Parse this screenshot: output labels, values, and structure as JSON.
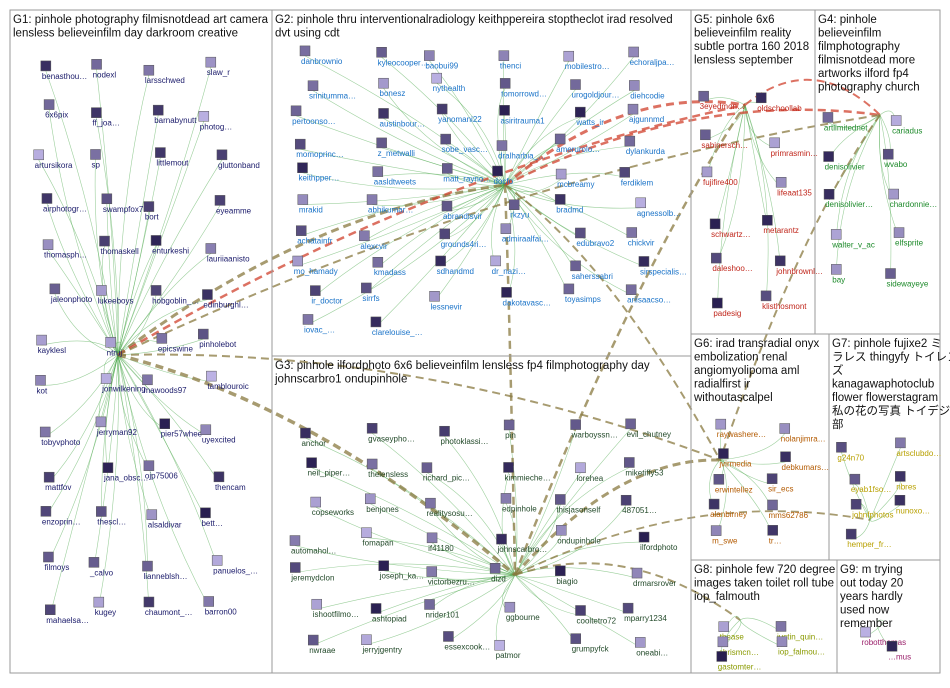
{
  "colors": {
    "background": "#ffffff",
    "border": "#9a9a9a",
    "edge_light": "#4aa84a",
    "edge_red": "#d0412e",
    "edge_olive": "#8a7a40"
  },
  "groups": [
    {
      "id": "G1",
      "title_lines": [
        "G1: pinhole photography filmisnotdead art camera",
        "lensless believeinfilm day darkroom creative"
      ],
      "label_color": "#1a1a6a"
    },
    {
      "id": "G2",
      "title_lines": [
        "G2: pinhole thru interventionalradiology keithppereira stoptheclot irad resolved",
        "dvt using cdt"
      ],
      "label_color": "#1a73c8"
    },
    {
      "id": "G5",
      "title_lines": [
        "G5: pinhole 6x6",
        "believeinfilm reality",
        "subtle portra 160 2018",
        "lensless september"
      ],
      "label_color": "#c0261b"
    },
    {
      "id": "G4",
      "title_lines": [
        "G4: pinhole",
        "believeinfilm",
        "filmphotography",
        "filmisnotdead more",
        "artworks ilford fp4",
        "photography church"
      ],
      "label_color": "#1d8a2a"
    },
    {
      "id": "G3",
      "title_lines": [
        "G3: pinhole ilfordphoto 6x6 believeinfilm lensless fp4 filmphotography day",
        "johnscarbro1 ondupinhole"
      ],
      "label_color": "#234a2a"
    },
    {
      "id": "G6",
      "title_lines": [
        "G6: irad transradial onyx",
        "embolization renal",
        "angiomyolipoma aml",
        "radialfirst ir",
        "withoutascalpel"
      ],
      "label_color": "#b35a00"
    },
    {
      "id": "G7",
      "title_lines": [
        "G7: pinhole fujixe2 ミ",
        "ラレス thingyfy トイレン",
        "ズ",
        "kanagawaphotoclub",
        "flower flowerstagram",
        "私の花の写真 トイデジ",
        "部"
      ],
      "label_color": "#b8a000"
    },
    {
      "id": "G8",
      "title_lines": [
        "G8: pinhole few 720 degree",
        "images taken toilet roll tube",
        "iop_falmouth"
      ],
      "label_color": "#8a9a00"
    },
    {
      "id": "G9",
      "title_lines": [
        "G9: m trying",
        "out today 20",
        "years hardly",
        "used now",
        "remember"
      ],
      "label_color": "#9a1f6a"
    }
  ],
  "nodes": {
    "G1": [
      "benasthou…",
      "nodexl",
      "larsschwed",
      "slaw_r",
      "6x6pix",
      "ff_joa…",
      "barnabynutt",
      "photog…",
      "artursikora",
      "sp",
      "littlemout",
      "gluttonband",
      "airphotogr…",
      "swampfox7…",
      "bort",
      "eyeamme",
      "thomasph…",
      "thomaskell",
      "enturkeshi",
      "lauriiaanisto",
      "jaleonphoto",
      "lukeeboys",
      "hobgoblin_…",
      "edinburghl…",
      "kayklesl",
      "ntruj",
      "epicswine",
      "pinholebot",
      "kot",
      "jonwilkening",
      "mawoods97",
      "tamblouroic",
      "tobyvphoto",
      "jerryman92",
      "pier57whee",
      "uyexcited",
      "mattfov",
      "jana_obsc…",
      "ojp75006",
      "thencam",
      "enzoprin…",
      "thescl…",
      "alsaldivar",
      "bett…",
      "filmoys",
      "_calvo",
      "lianneblsh…",
      "panuelos_…",
      "mahaelsa…",
      "kugey",
      "chaumont_…",
      "barron00"
    ],
    "G2": [
      "danbrownio",
      "kyleocooper…",
      "baobui99",
      "thenci",
      "mobilestro…",
      "echoraljpa…",
      "srinitumma…",
      "bonesz",
      "nythealth",
      "tomorrowd…",
      "urogoldjour…",
      "diehcodie",
      "pertoonso…",
      "austinbour…",
      "yanomani22",
      "asiritrauma1",
      "watts_ir",
      "ajgunnmd",
      "momoprinc…",
      "z_metwalli",
      "sobe_vasc…",
      "dralharbia_…",
      "amerurolo…",
      "dylankurda",
      "keithpper…",
      "aasldtweets",
      "matt_rayno…",
      "docfo",
      "mcbreamy",
      "ferdiklem",
      "mrakid",
      "abhikumar…",
      "abrandisvir",
      "rkzyu",
      "bradmd",
      "agnessolb…",
      "achatainfr",
      "alexcvir",
      "grounds4ri…",
      "admiraalfai…",
      "edubravo2",
      "chickvir",
      "mo_hamady",
      "kmadass",
      "sdhandmd",
      "dr_nazi…",
      "saherssabri",
      "sirspecialis…",
      "ir_doctor",
      "sirrfs",
      "lessnevir",
      "dakotavasc…",
      "toyasimps",
      "ariisaacso…",
      "iovac_…",
      "clarelouise_…"
    ],
    "G5": [
      "3eyedmon…",
      "oldschoollab",
      "sabinersch…",
      "primrasmin…",
      "fujifire400",
      "lifeaat135",
      "schwartz…",
      "metarantz",
      "daleshoo…",
      "johnbrownl…",
      "padesig",
      "klisthosmont"
    ],
    "G4": [
      "artlimitednet",
      "cariadus",
      "denisolivier",
      "wvabo",
      "denisolivier…",
      "chardonnie…",
      "walter_v_ac",
      "elfsprite",
      "bay",
      "sidewayeye"
    ],
    "G3": [
      "anchor",
      "gvaseypho…",
      "photoklassi…",
      "pin",
      "warboyssn…",
      "evil_chutney",
      "neil_piper…",
      "thelensless",
      "richard_pic…",
      "kimmieche…",
      "lorehea",
      "miketiffy53",
      "copseworks",
      "benjones",
      "realitysosu…",
      "edpinhole",
      "thisjasonself",
      "487051…",
      "automahol…",
      "fomapan",
      "if41180",
      "johnscarbro…",
      "ondupinhole",
      "ilfordphoto",
      "jeremydclon",
      "joseph_ka…",
      "victorbezru…",
      "dizd",
      "biagio",
      "drmarsrover",
      "ishootfilmo…",
      "ashtopiad",
      "nrider101",
      "ggbourne",
      "cooltetro72",
      "mparry1234",
      "nwraae",
      "jerryjgentry",
      "essexcook…",
      "patmor",
      "grumpyfck",
      "oneabi…"
    ],
    "G6": [
      "raywashere…",
      "nolanjimra…",
      "jvirmedia",
      "debkumars…",
      "erwintellez",
      "sir_ecs",
      "alanbirney",
      "mms62786",
      "m_swe",
      "tr…"
    ],
    "G7": [
      "g24n70",
      "artsclubdo…",
      "eyab1fso…",
      "nbres",
      "johnfphotos",
      "nunoxo…",
      "hemper_fr…"
    ],
    "G8": [
      "thease",
      "justin_quin…",
      "chrismcn…",
      "iop_falmou…",
      "gastomter…"
    ],
    "G9": [
      "robotthomas",
      "…mus"
    ]
  }
}
